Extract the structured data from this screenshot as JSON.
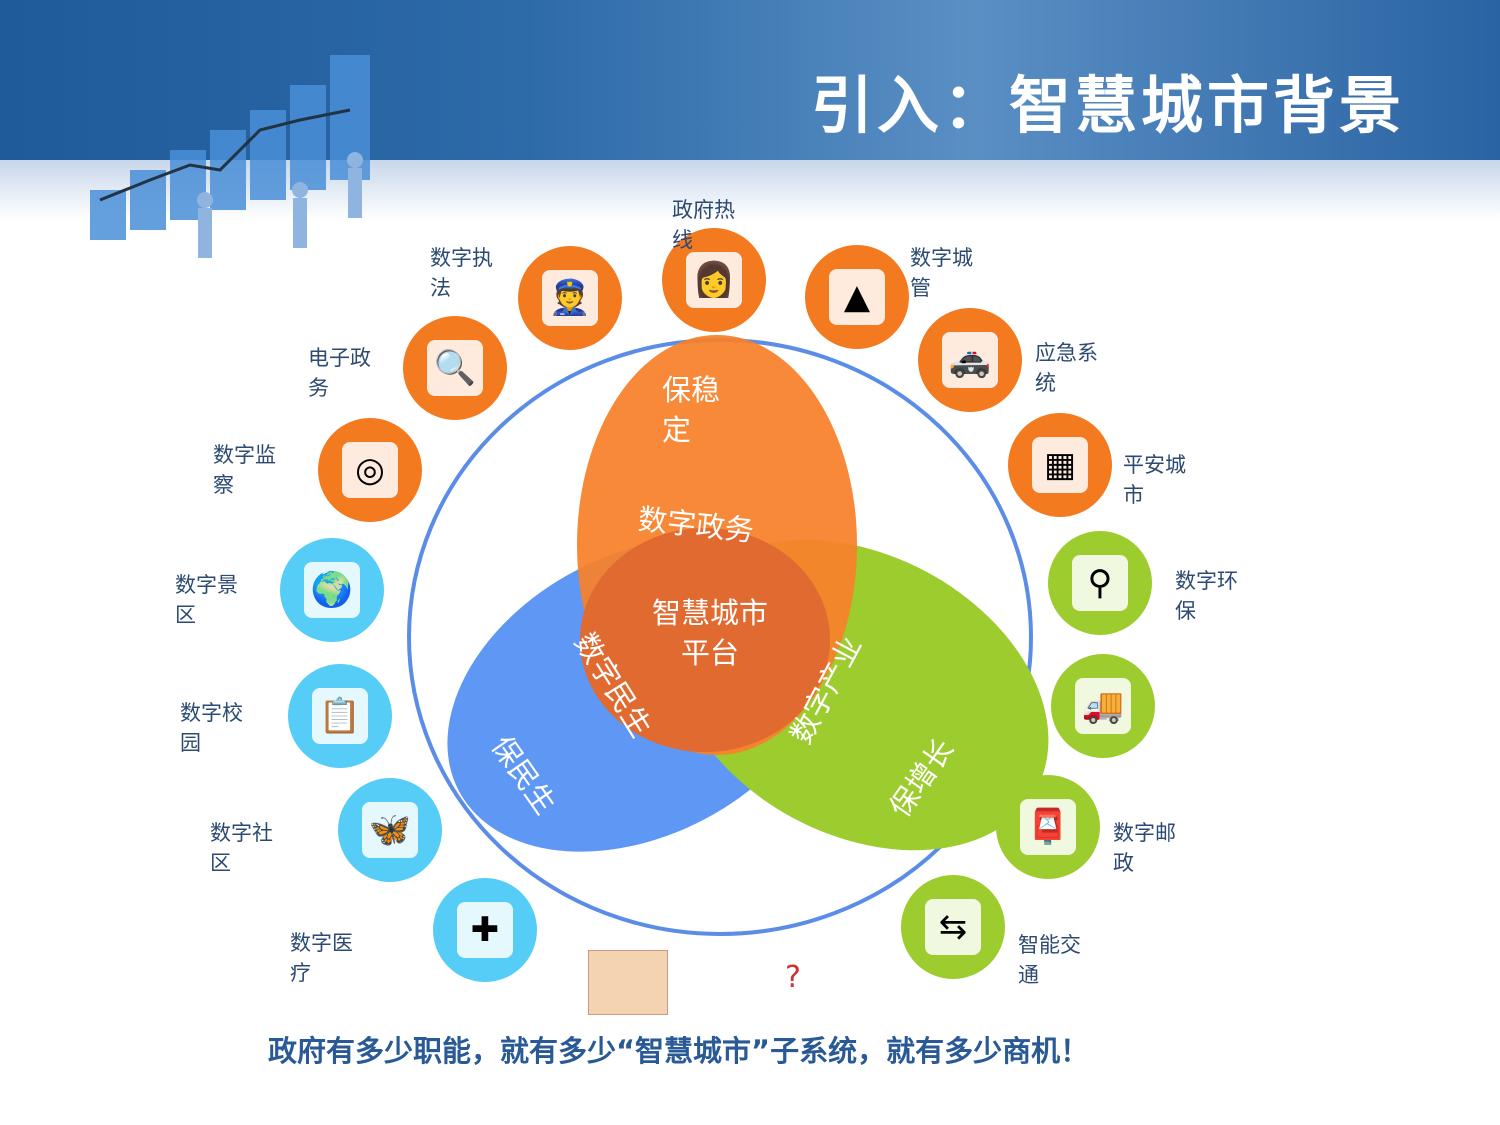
{
  "title": "引入：智慧城市背景",
  "diagram": {
    "center": "智慧城市平台",
    "top_ellipse": {
      "name": "数字政务",
      "goal": "保稳定"
    },
    "left_ellipse": {
      "name": "数字民生",
      "goal": "保民生"
    },
    "right_ellipse": {
      "name": "数字产业",
      "goal": "保增长"
    },
    "nodes": [
      {
        "label": "政府热线",
        "icon": "operator-icon"
      },
      {
        "label": "数字执法",
        "icon": "officer-icon"
      },
      {
        "label": "数字城管",
        "icon": "traffic-cone-icon"
      },
      {
        "label": "电子政务",
        "icon": "magnifier-icon"
      },
      {
        "label": "应急系统",
        "icon": "police-car-icon"
      },
      {
        "label": "数字监察",
        "icon": "target-icon"
      },
      {
        "label": "平安城市",
        "icon": "monitor-wall-icon"
      },
      {
        "label": "数字景区",
        "icon": "globe-icon"
      },
      {
        "label": "数字环保",
        "icon": "weather-station-icon"
      },
      {
        "label": "数字校园",
        "icon": "clipboard-icon"
      },
      {
        "label": "",
        "icon": "truck-icon"
      },
      {
        "label": "数字社区",
        "icon": "butterfly-icon"
      },
      {
        "label": "数字邮政",
        "icon": "mailbox-icon"
      },
      {
        "label": "数字医疗",
        "icon": "first-aid-icon"
      },
      {
        "label": "智能交通",
        "icon": "signpost-icon"
      }
    ],
    "colors": {
      "orange": "#f47a20",
      "blue": "#5f97f5",
      "green": "#9ccc2e",
      "ring": "#5b8de8"
    }
  },
  "footer": "政府有多少职能，就有多少“智慧城市”子系统，就有多少商机！"
}
